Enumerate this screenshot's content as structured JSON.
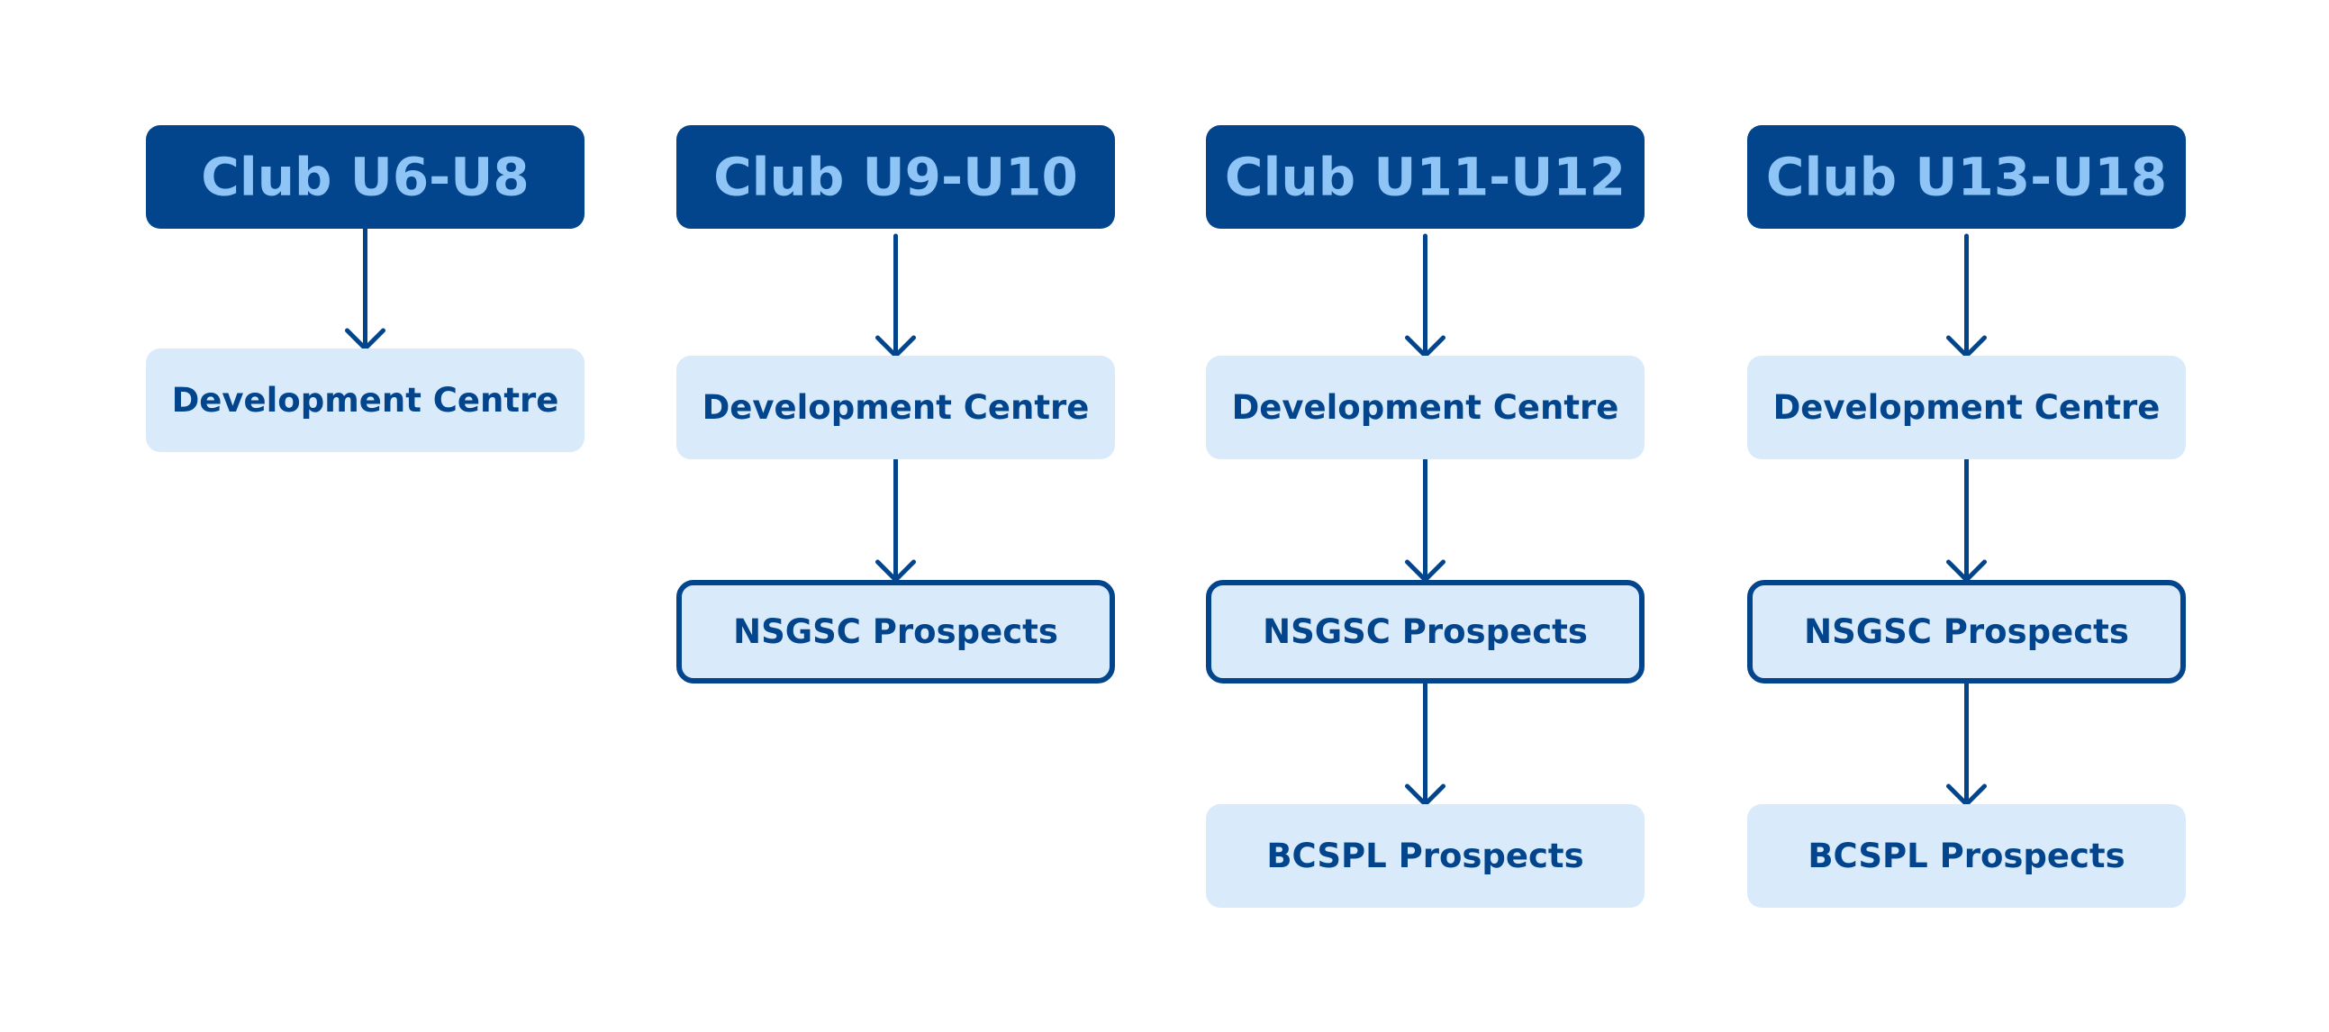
{
  "colors": {
    "header_fill": "#02458C",
    "header_text": "#8EC4F6",
    "sub_fill": "#D9EAFB",
    "sub_text": "#02458C",
    "outline": "#02458C",
    "arrow": "#02458C",
    "background": "#FFFFFF"
  },
  "columns": [
    {
      "header": "Club U6-U8",
      "steps": [
        {
          "label": "Development Centre",
          "outlined": false
        }
      ]
    },
    {
      "header": "Club U9-U10",
      "steps": [
        {
          "label": "Development Centre",
          "outlined": false
        },
        {
          "label": "NSGSC Prospects",
          "outlined": true
        }
      ]
    },
    {
      "header": "Club U11-U12",
      "steps": [
        {
          "label": "Development Centre",
          "outlined": false
        },
        {
          "label": "NSGSC Prospects",
          "outlined": true
        },
        {
          "label": "BCSPL Prospects",
          "outlined": false
        }
      ]
    },
    {
      "header": "Club U13-U18",
      "steps": [
        {
          "label": "Development Centre",
          "outlined": false
        },
        {
          "label": "NSGSC Prospects",
          "outlined": true
        },
        {
          "label": "BCSPL Prospects",
          "outlined": false
        }
      ]
    }
  ]
}
